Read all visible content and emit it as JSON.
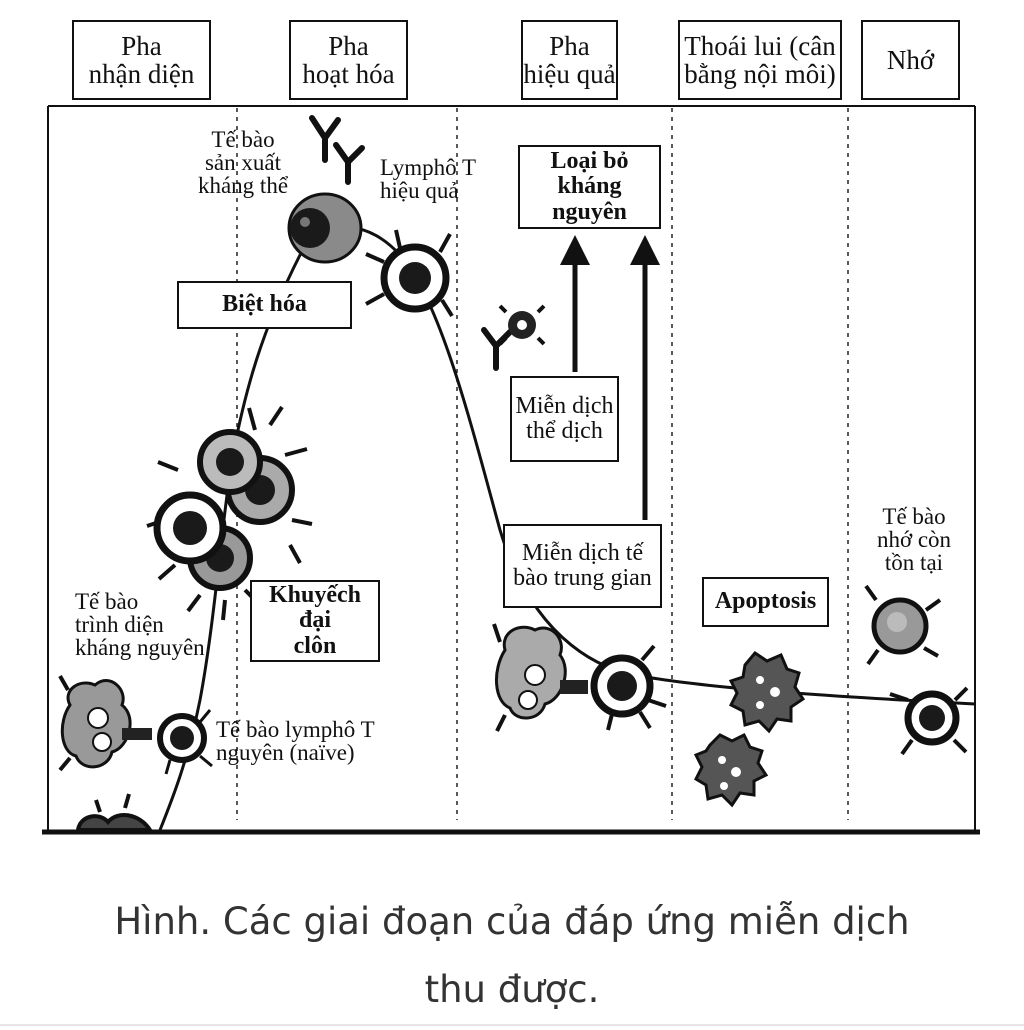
{
  "phases": [
    "Pha\nnhận diện",
    "Pha\nhoạt hóa",
    "Pha\nhiệu quả",
    "Thoái lui (cân\nbằng nội môi)",
    "Nhớ"
  ],
  "labels": {
    "antibody_cell": "Tế bào\nsản xuất\nkháng thể",
    "effector_t": "Lymphô T\nhiệu quả",
    "differentiation": "Biệt hóa",
    "antigen_removal": "Loại bỏ\nkháng nguyên",
    "humoral": "Miễn dịch\nthể dịch",
    "cell_mediated": "Miễn dịch tế\nbào trung gian",
    "clonal_expansion": "Khuyếch đại\nclôn",
    "apc": "Tế bào\ntrình diện\nkháng nguyên",
    "naive_t": "Tế bào lymphô T\nnguyên (naïve)",
    "apoptosis": "Apoptosis",
    "memory_cell": "Tế bào\nnhớ còn\ntồn tại"
  },
  "caption": "Hình. Các giai đoạn của đáp ứng miễn dịch\nthu được."
}
